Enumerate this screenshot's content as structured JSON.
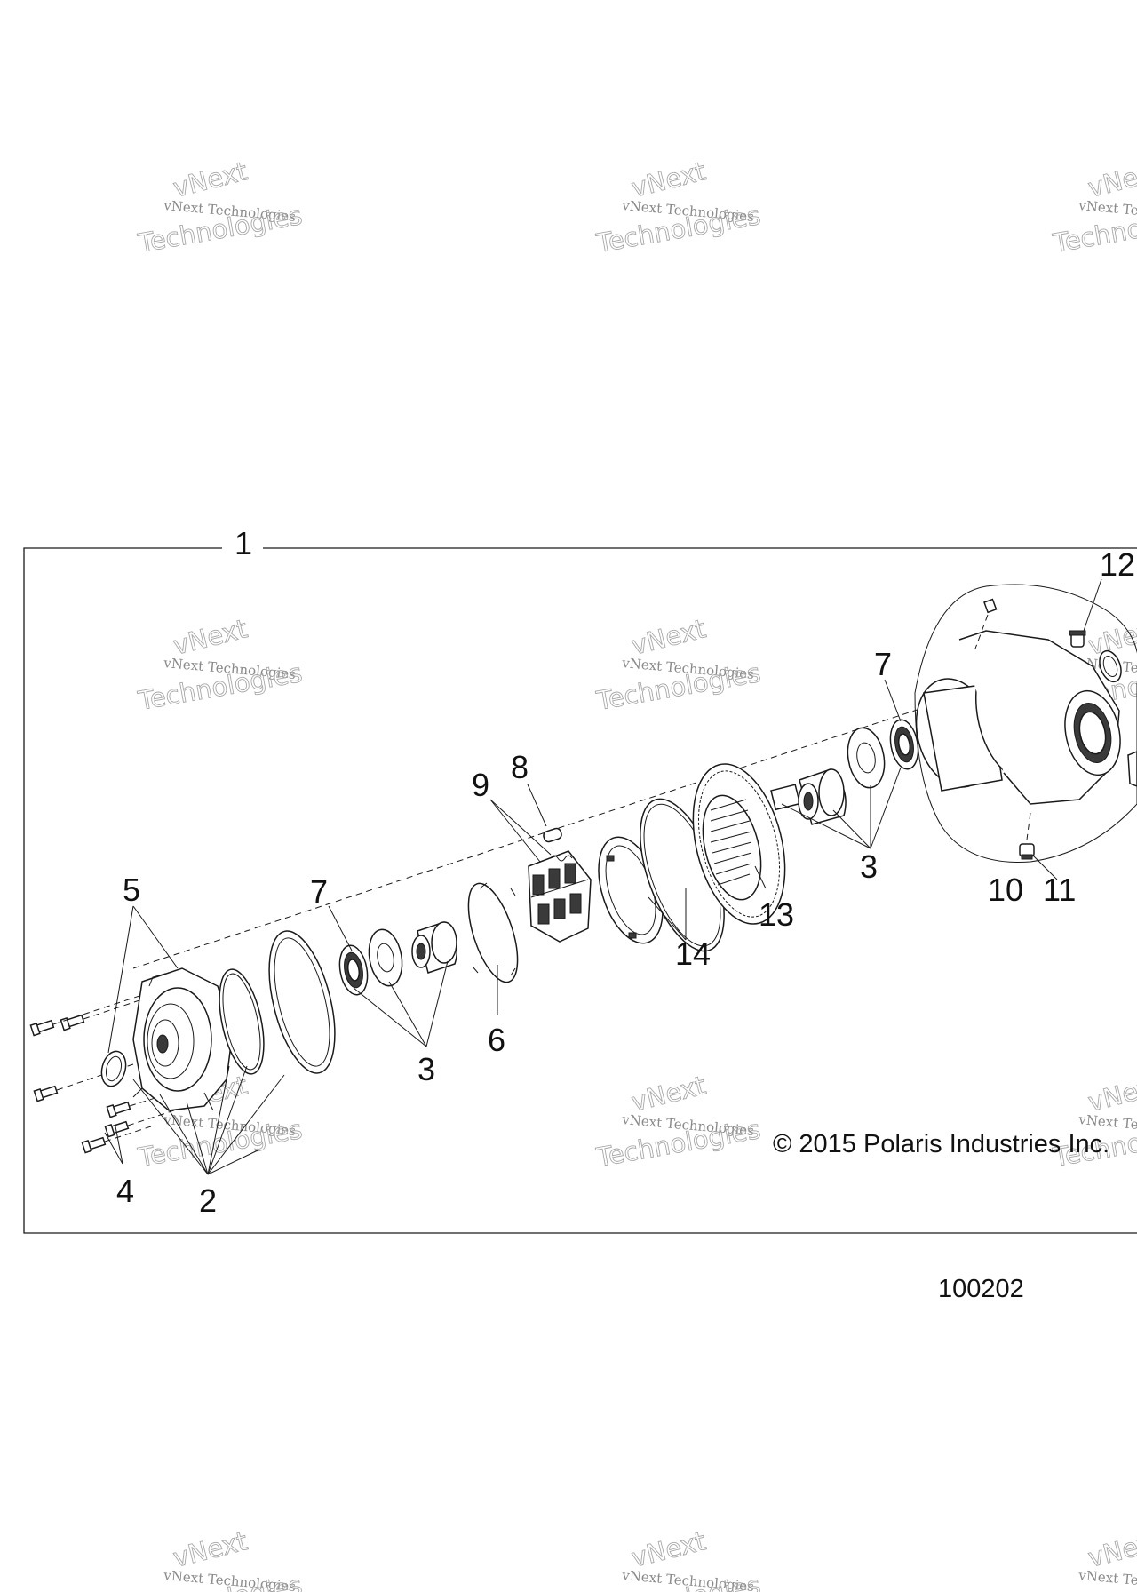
{
  "diagram": {
    "figure_number": "100202",
    "copyright": "© 2015 Polaris Industries Inc.",
    "watermark": {
      "line1": "vNext Technologies",
      "line2": "Technologies",
      "line3": "vNext"
    },
    "callouts": [
      "1",
      "2",
      "3",
      "3",
      "4",
      "5",
      "6",
      "7",
      "7",
      "8",
      "9",
      "10",
      "11",
      "12",
      "13",
      "14"
    ]
  }
}
